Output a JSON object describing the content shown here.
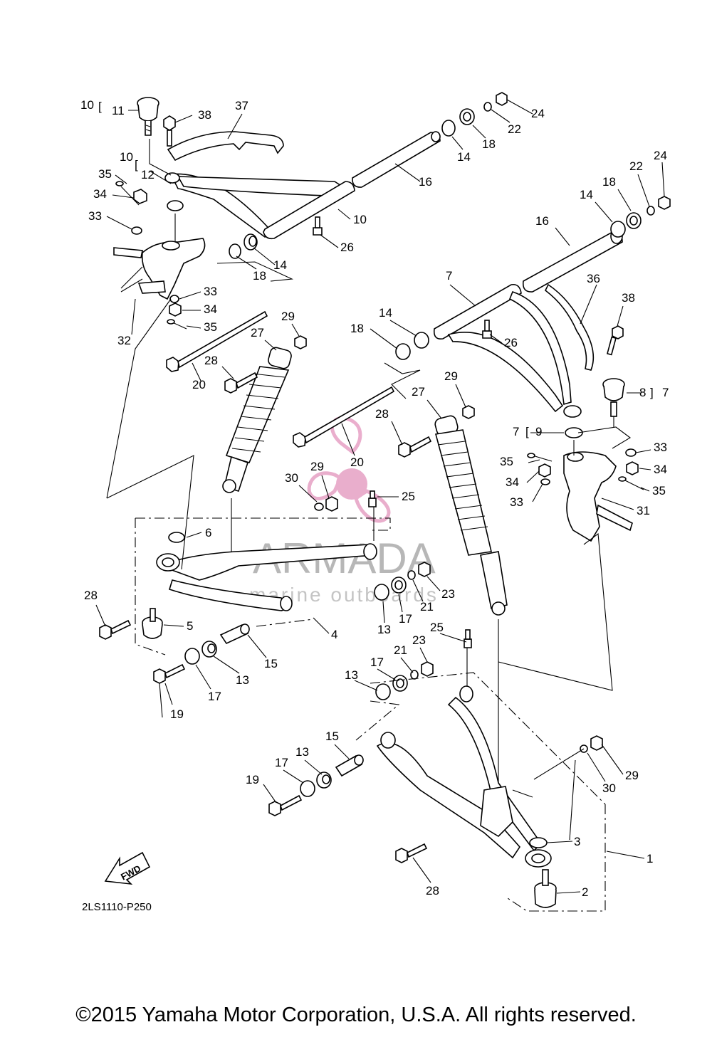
{
  "diagram": {
    "drawing_code": "2LS1110-P250",
    "fwd_label": "FWD",
    "copyright": "©2015 Yamaha Motor Corporation, U.S.A. All rights reserved.",
    "watermark": {
      "brand": "ARMADA",
      "tagline": "marine outboards",
      "color": "#e6a0c4"
    },
    "callouts": {
      "c10a": "10",
      "c11": "11",
      "c38a": "38",
      "c37": "37",
      "c10b": "10",
      "c12": "12",
      "c35a": "35",
      "c34a": "34",
      "c33a": "33",
      "c33b": "33",
      "c34b": "34",
      "c35b": "35",
      "c32": "32",
      "c18a": "18",
      "c14a": "14",
      "c26a": "26",
      "c10c": "10",
      "c16a": "16",
      "c14b": "14",
      "c18b": "18",
      "c22a": "22",
      "c24a": "24",
      "c14c": "14",
      "c18c": "18",
      "c22b": "22",
      "c24b": "24",
      "c16b": "16",
      "c7a": "7",
      "c36": "36",
      "c38b": "38",
      "c14d": "14",
      "c18d": "18",
      "c26b": "26",
      "c8": "8",
      "c7b": "7",
      "c7c": "7",
      "c9": "9",
      "c33c": "33",
      "c34c": "34",
      "c35c": "35",
      "c35d": "35",
      "c34d": "34",
      "c33d": "33",
      "c31": "31",
      "c29a": "29",
      "c27a": "27",
      "c28a": "28",
      "c20a": "20",
      "c29b": "29",
      "c27b": "27",
      "c28b": "28",
      "c20b": "20",
      "c30a": "30",
      "c29c": "29",
      "c25a": "25",
      "c6": "6",
      "c28c": "28",
      "c5": "5",
      "c4": "4",
      "c13a": "13",
      "c17a": "17",
      "c21a": "21",
      "c23a": "23",
      "c19a": "19",
      "c17b": "17",
      "c13b": "13",
      "c15a": "15",
      "c25b": "25",
      "c23b": "23",
      "c21b": "21",
      "c17c": "17",
      "c13c": "13",
      "c15b": "15",
      "c13d": "13",
      "c17d": "17",
      "c19b": "19",
      "c29d": "29",
      "c30b": "30",
      "c3": "3",
      "c1": "1",
      "c2": "2",
      "c28d": "28"
    }
  }
}
